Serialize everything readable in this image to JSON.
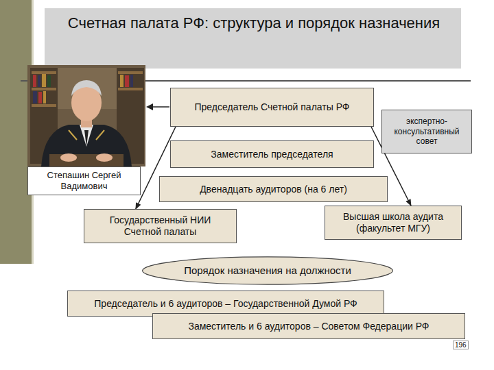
{
  "diagram": {
    "title": "Счетная палата РФ: структура и порядок назначения",
    "nodes": [
      {
        "text": [
          "Председатель Счетной палаты РФ"
        ]
      },
      {
        "text": [
          "экспертно-консультативный совет"
        ]
      },
      {
        "text": [
          "Заместитель председателя"
        ]
      },
      {
        "text": [
          "Степашин Сергей Вадимович"
        ]
      },
      {
        "text": [
          "Двенадцать аудиторов (на 6 лет)"
        ]
      },
      {
        "text": [
          "Государственный НИИ Счетной палаты"
        ]
      },
      {
        "text": [
          "Высшая школа аудита (факультет МГУ)"
        ]
      },
      {
        "text": [
          "Порядок назначения на должности"
        ]
      },
      {
        "text": [
          "Председатель и 6 аудиторов – Государственной Думой РФ"
        ]
      },
      {
        "text": [
          "Заместитель и 6 аудиторов – Советом Федерации РФ"
        ]
      }
    ],
    "edges": [
      {
        "from": 0,
        "to": 5,
        "arrow": "to"
      },
      {
        "from": 0,
        "to": 6,
        "arrow": "to"
      }
    ],
    "labels": [
      "196"
    ]
  }
}
